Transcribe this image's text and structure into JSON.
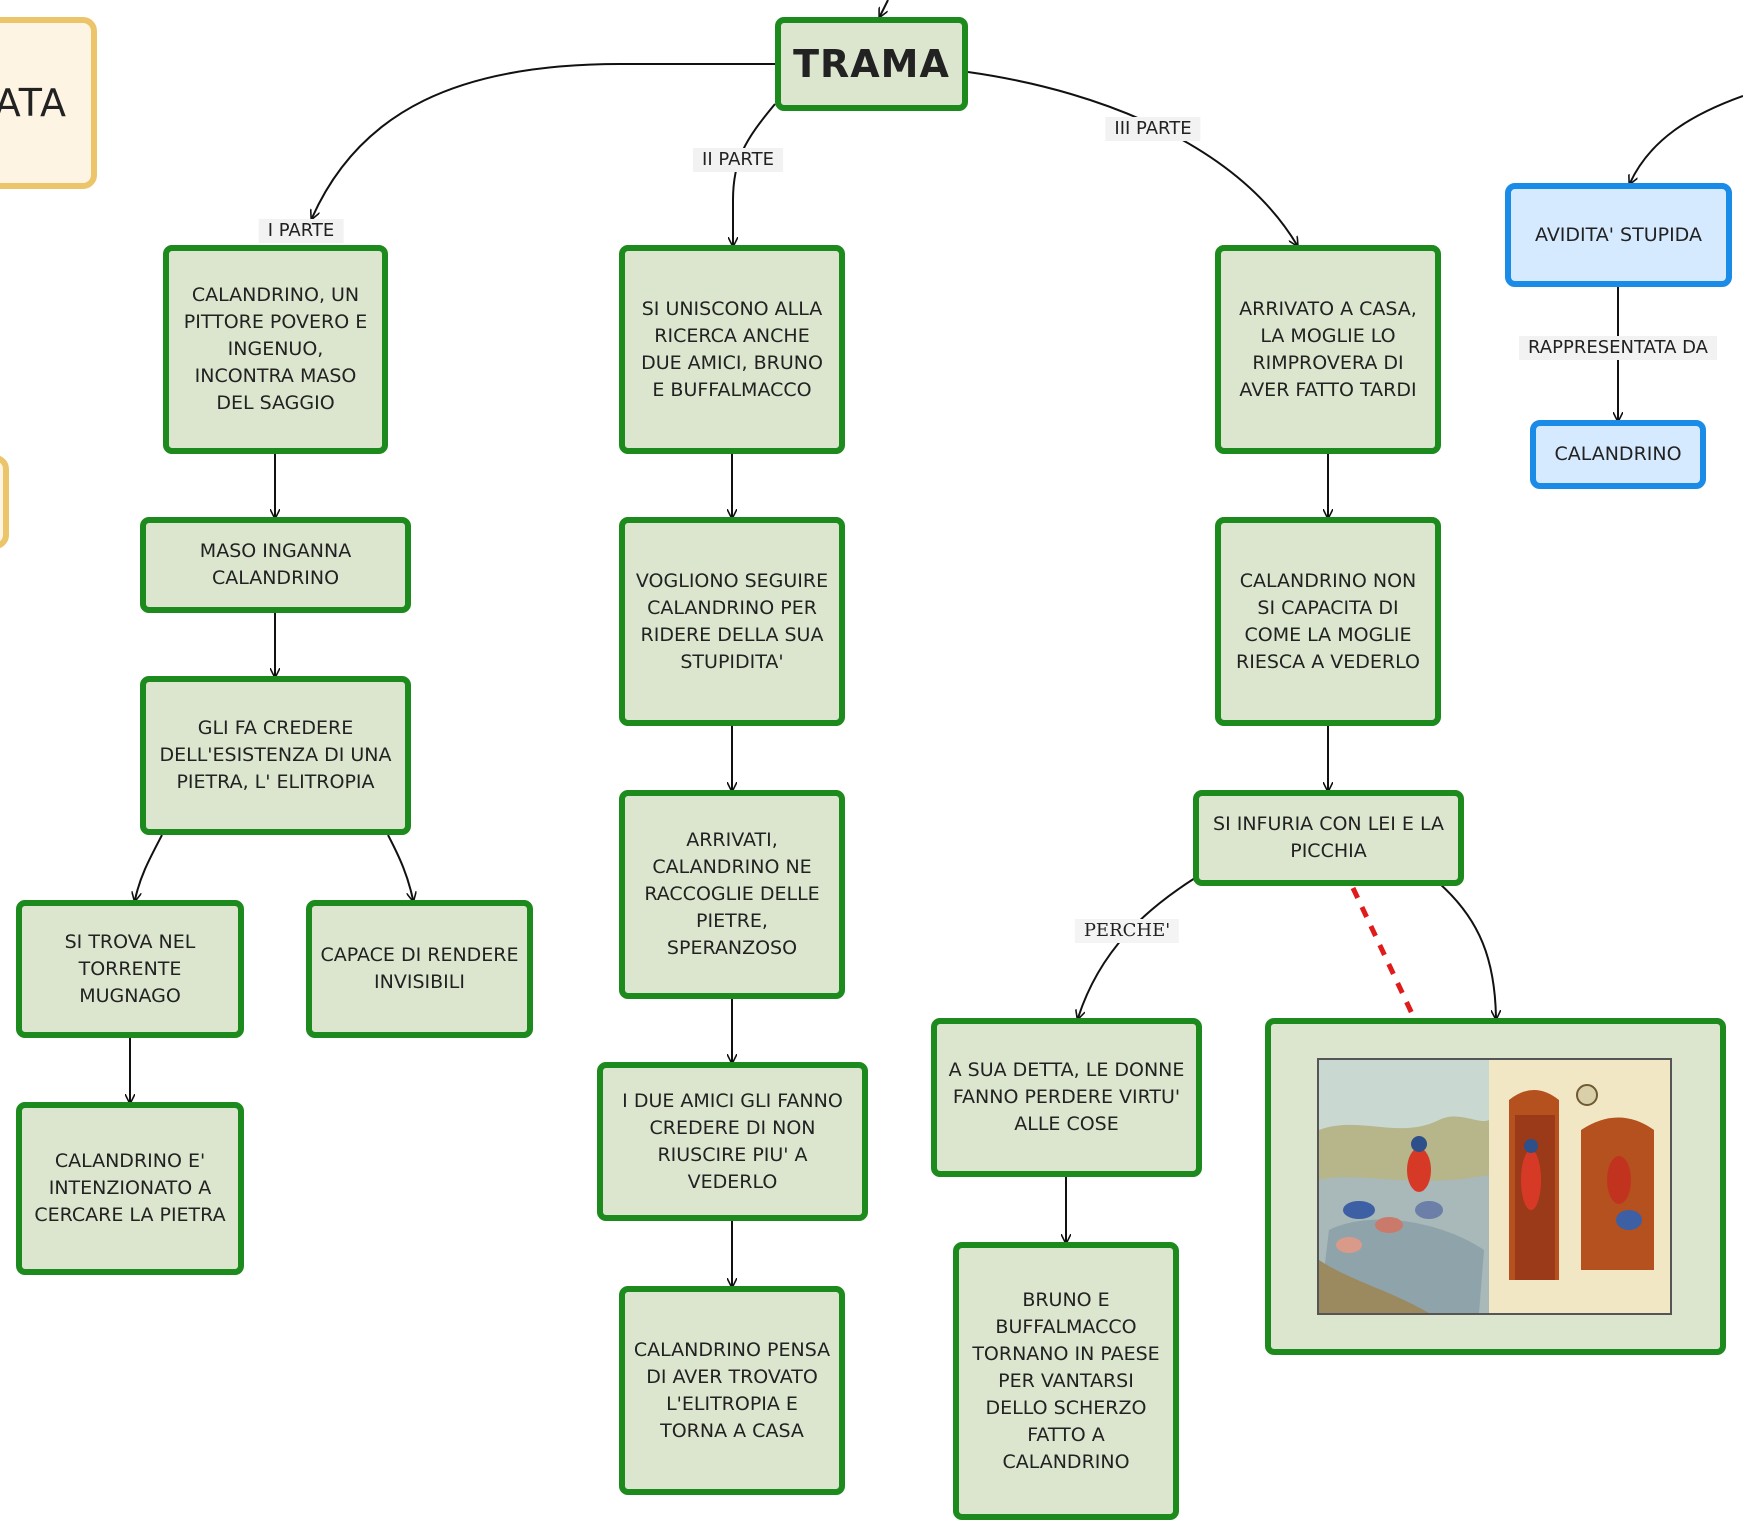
{
  "colors": {
    "node_fill": "#dce6cf",
    "node_border": "#1d8a1d",
    "blue_fill": "#d6eaff",
    "blue_border": "#1b8be8",
    "yellow_fill": "#fdf4e3",
    "yellow_border": "#ecc56a",
    "dashed_link": "#e01b1b"
  },
  "side_fragment": {
    "text": "IATA"
  },
  "root": {
    "label": "TRAMA"
  },
  "edge_labels": {
    "part1": "I PARTE",
    "part2": "II PARTE",
    "part3": "III PARTE",
    "because": "PERCHE'",
    "represented_by": "RAPPRESENTATA DA"
  },
  "part1": {
    "n1": "CALANDRINO, UN PITTORE POVERO E INGENUO, INCONTRA MASO DEL SAGGIO",
    "n2": "MASO INGANNA CALANDRINO",
    "n3": "GLI FA CREDERE DELL'ESISTENZA DI UNA PIETRA, L' ELITROPIA",
    "n4": "SI TROVA NEL TORRENTE MUGNAGO",
    "n5": "CAPACE DI RENDERE INVISIBILI",
    "n6": "CALANDRINO E' INTENZIONATO A CERCARE LA PIETRA"
  },
  "part2": {
    "n1": "SI UNISCONO ALLA RICERCA ANCHE DUE AMICI, BRUNO E BUFFALMACCO",
    "n2": "VOGLIONO SEGUIRE CALANDRINO PER RIDERE DELLA SUA STUPIDITA'",
    "n3": "ARRIVATI, CALANDRINO NE RACCOGLIE DELLE PIETRE, SPERANZOSO",
    "n4": "I DUE AMICI GLI FANNO CREDERE DI NON RIUSCIRE PIU' A VEDERLO",
    "n5": "CALANDRINO PENSA DI AVER TROVATO L'ELITROPIA E TORNA A CASA"
  },
  "part3": {
    "n1": "ARRIVATO A CASA, LA MOGLIE LO RIMPROVERA DI AVER FATTO TARDI",
    "n2": "CALANDRINO NON SI CAPACITA DI COME LA MOGLIE RIESCA A VEDERLO",
    "n3": "SI INFURIA CON LEI E LA PICCHIA",
    "n4": "A SUA DETTA, LE DONNE FANNO PERDERE VIRTU' ALLE COSE",
    "n5": "BRUNO E BUFFALMACCO TORNANO IN PAESE PER VANTARSI DELLO SCHERZO FATTO A CALANDRINO"
  },
  "theme": {
    "top": "AVIDITA' STUPIDA",
    "bottom": "CALANDRINO"
  },
  "image_node": {
    "icon": "medieval-miniature-illustration"
  }
}
